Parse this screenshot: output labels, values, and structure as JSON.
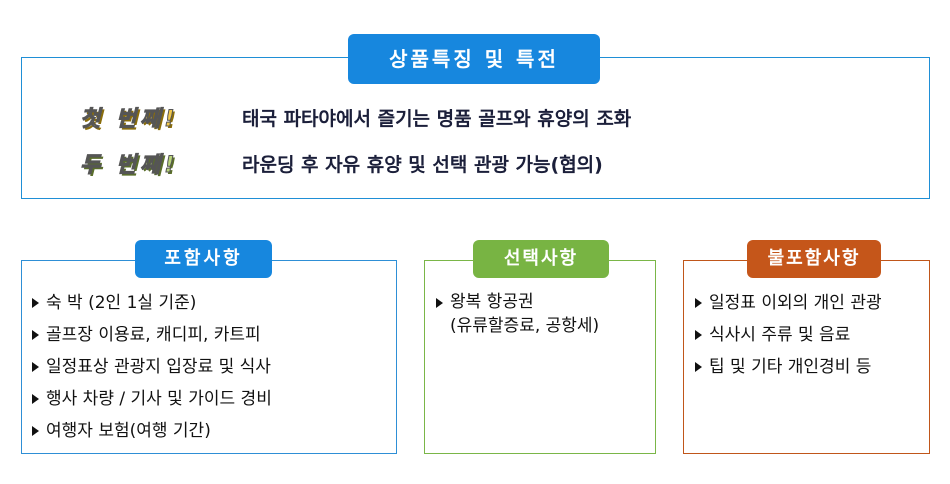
{
  "features": {
    "title": "상품특징 및 특전",
    "rows": [
      {
        "ordinal": "첫 번째!",
        "text": "태국 파타야에서 즐기는 명품 골프와 휴양의 조화"
      },
      {
        "ordinal": "두 번째!",
        "text": "라운딩 후 자유 휴양 및 선택 관광 가능(협의)"
      }
    ]
  },
  "included": {
    "title": "포함사항",
    "items": [
      "숙 박 (2인 1실 기준)",
      "골프장 이용료, 캐디피, 카트피",
      "일정표상 관광지 입장료 및 식사",
      "행사 차량 / 기사 및 가이드 경비",
      "여행자 보험(여행 기간)"
    ]
  },
  "optional": {
    "title": "선택사항",
    "items": [
      {
        "line1": "왕복 항공권",
        "line2": "(유류할증료, 공항세)"
      }
    ]
  },
  "excluded": {
    "title": "불포함사항",
    "items": [
      "일정표 이외의 개인 관광",
      "식사시 주류 및 음료",
      "팁 및 기타 개인경비 등"
    ]
  },
  "colors": {
    "blue": "#1787de",
    "green": "#78b443",
    "orange": "#c5561a"
  }
}
